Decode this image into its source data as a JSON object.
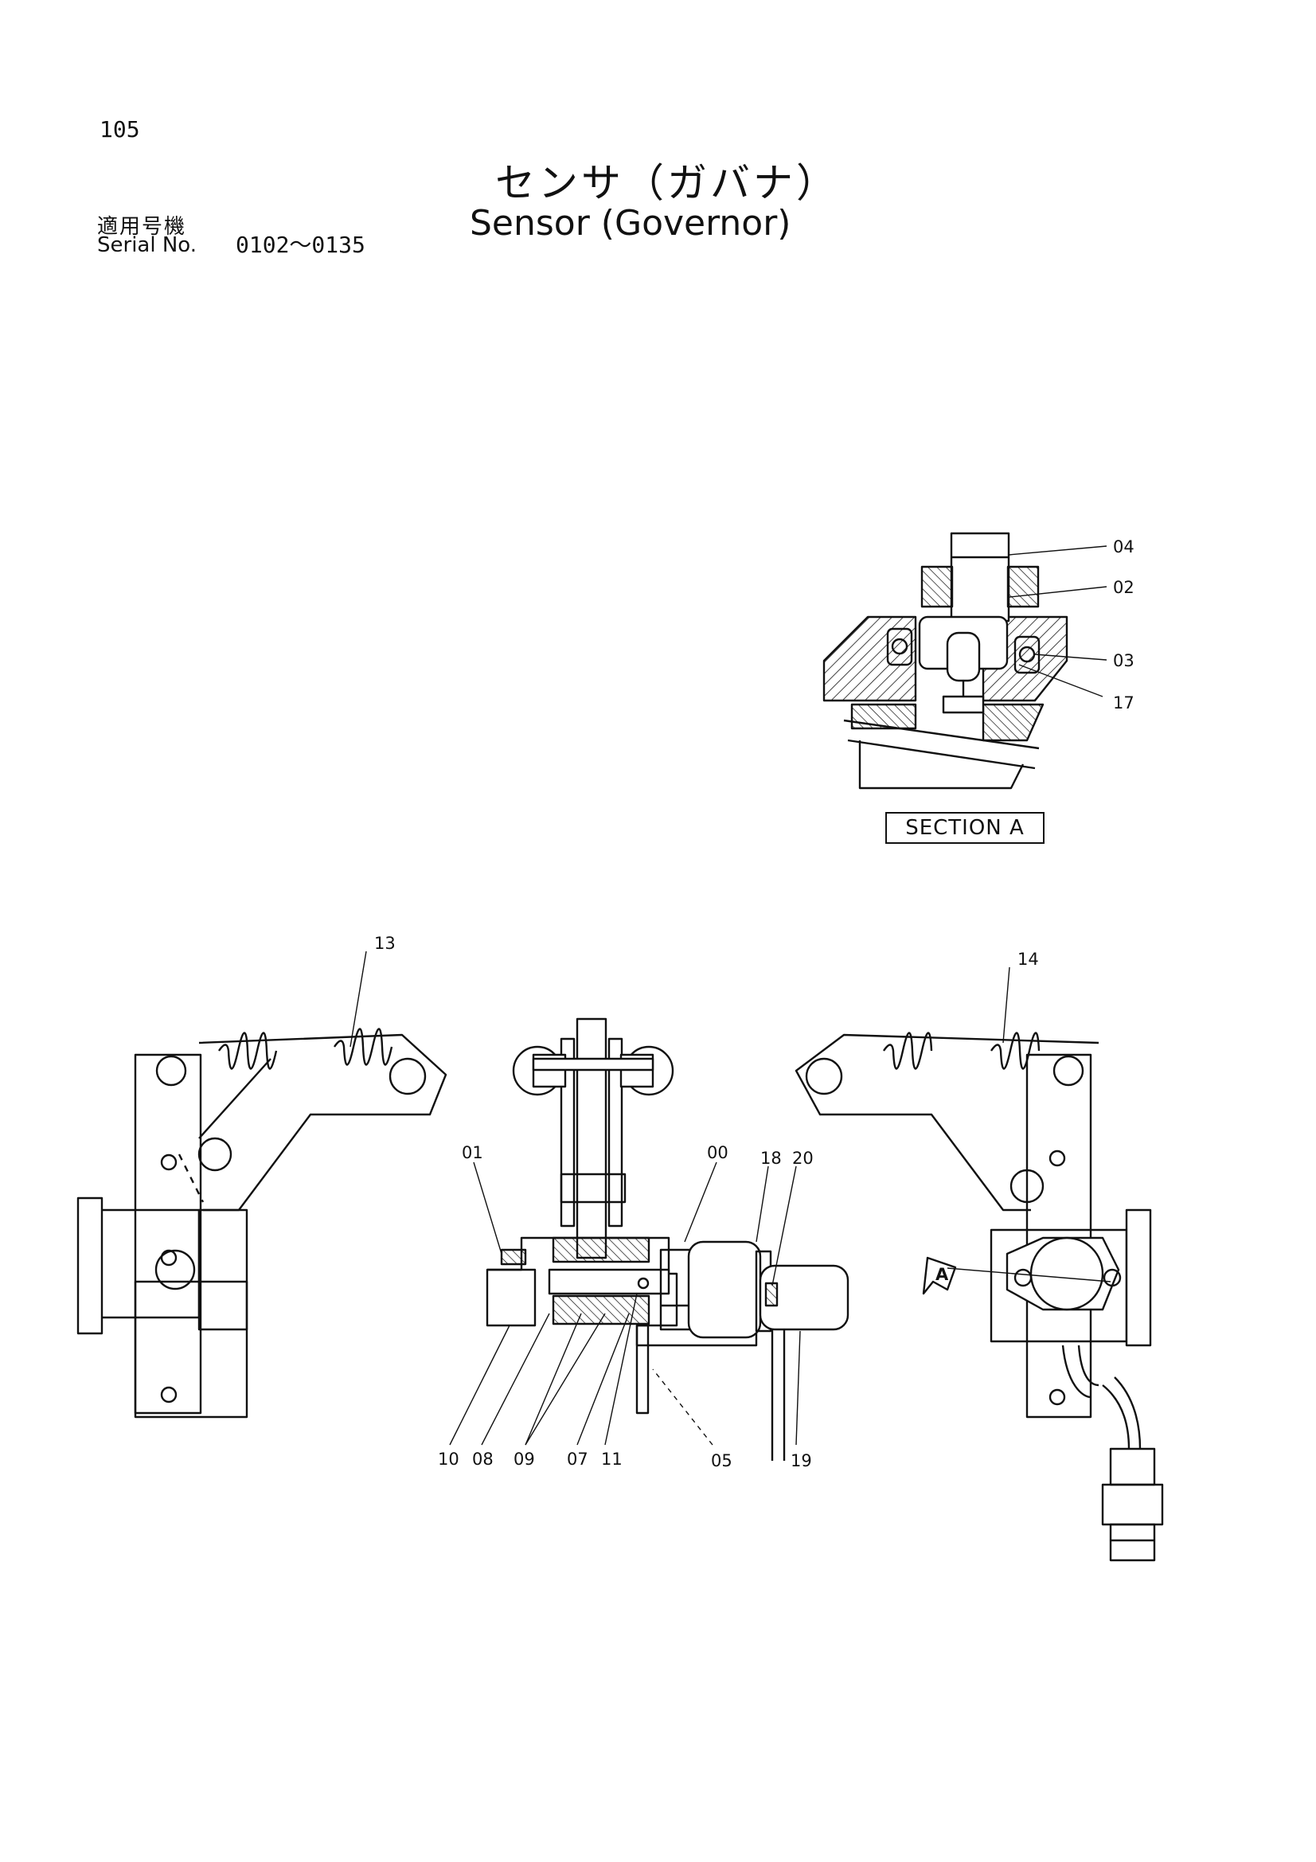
{
  "page": {
    "number": "105",
    "title_jp": "センサ（ガバナ）",
    "title_en": "Sensor (Governor)",
    "serial_label_jp": "適用号機",
    "serial_label_en": "Serial No.",
    "serial_range": "0102～0135"
  },
  "section": {
    "caption": "SECTION A",
    "arrow_letter": "A"
  },
  "callouts": {
    "c00": "00",
    "c01": "01",
    "c02": "02",
    "c03": "03",
    "c04": "04",
    "c05": "05",
    "c07": "07",
    "c08": "08",
    "c09": "09",
    "c10": "10",
    "c11": "11",
    "c13": "13",
    "c14": "14",
    "c17": "17",
    "c18": "18",
    "c19": "19",
    "c20": "20"
  }
}
